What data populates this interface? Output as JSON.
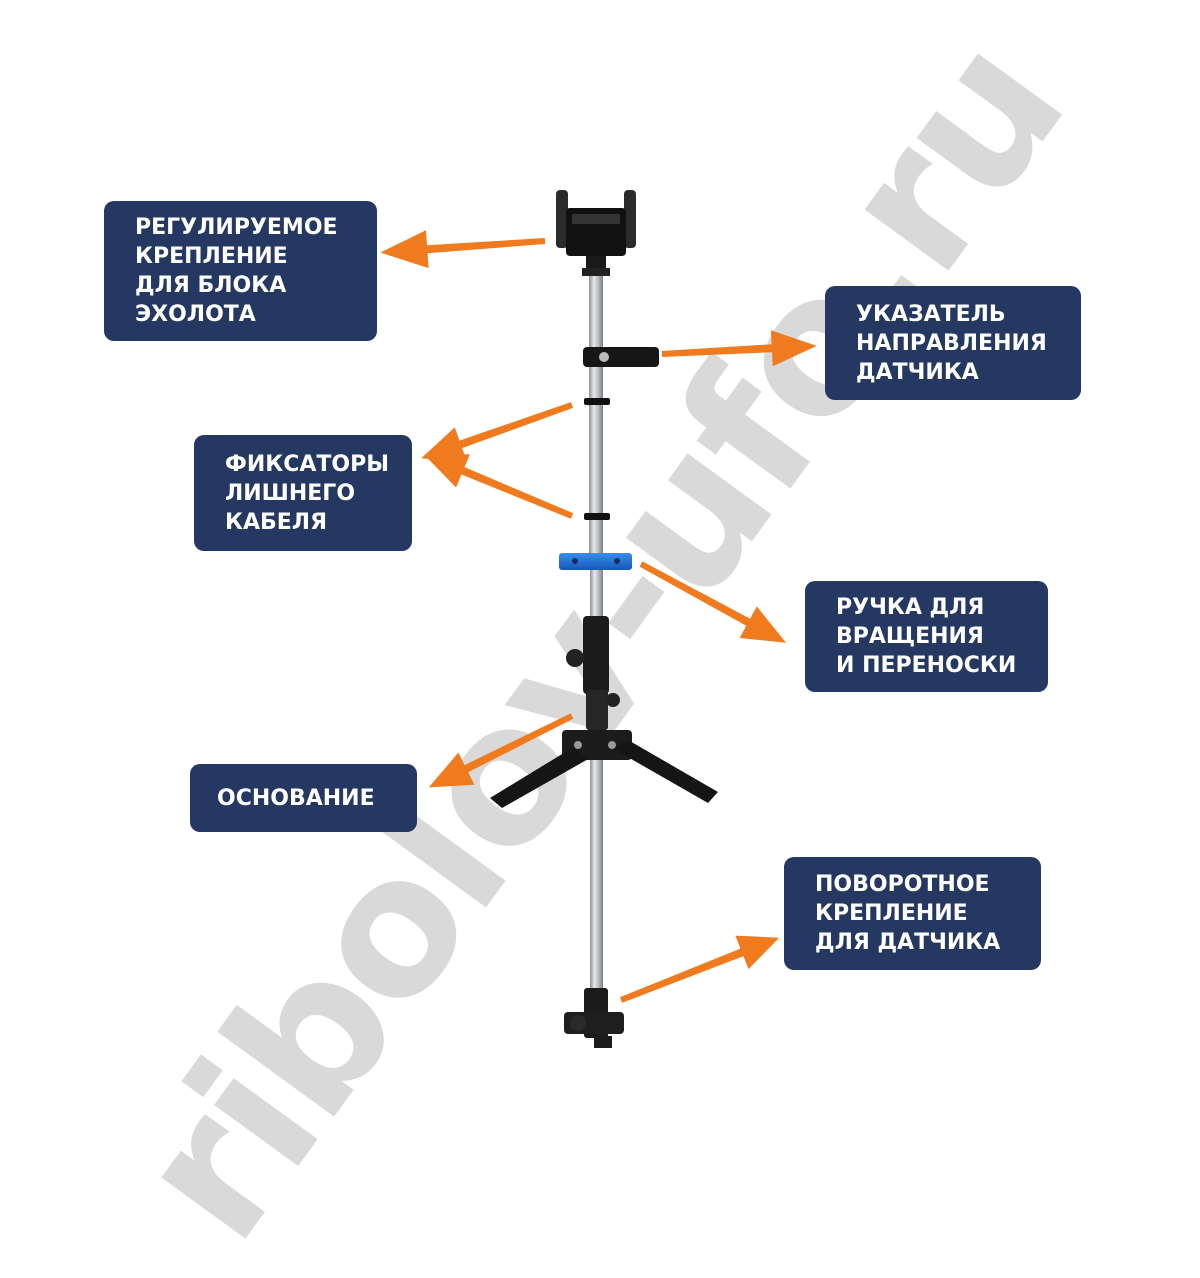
{
  "watermark": "ribolov-ufo.ru",
  "colors": {
    "label_bg": "#243861",
    "label_text": "#ffffff",
    "arrow": "#f07a1e",
    "pole": "#b9bcbf",
    "handle": "#1e6fd9",
    "watermark": "#d9d9d9"
  },
  "labels": {
    "mount": "РЕГУЛИРУЕМОЕ\nКРЕПЛЕНИЕ\nДЛЯ БЛОКА\nЭХОЛОТА",
    "direction": "УКАЗАТЕЛЬ\nНАПРАВЛЕНИЯ\nДАТЧИКА",
    "cable": "ФИКСАТОРЫ\nЛИШНЕГО\nКАБЕЛЯ",
    "handle": "РУЧКА ДЛЯ\nВРАЩЕНИЯ\nИ ПЕРЕНОСКИ",
    "base": "ОСНОВАНИЕ",
    "sensor": "ПОВОРОТНОЕ\nКРЕПЛЕНИЕ\nДЛЯ ДАТЧИКА"
  }
}
